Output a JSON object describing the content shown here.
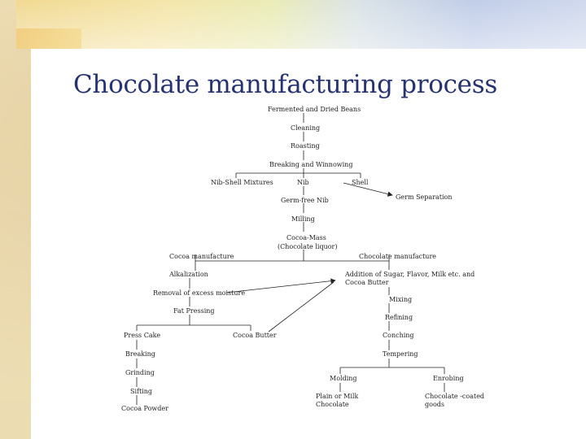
{
  "title": "Chocolate manufacturing process",
  "nodes": {
    "fermented": "Fermented and Dried Beans",
    "cleaning": "Cleaning",
    "roasting": "Roasting",
    "breaking_winnowing": "Breaking and Winnowing",
    "nib_shell_mixtures": "Nib-Shell Mixtures",
    "nib": "Nib",
    "shell": "Shell",
    "germ_separation": "Germ Separation",
    "germ_free_nib": "Germ-free Nib",
    "milling": "Milling",
    "cocoa_mass_line1": "Cocoa-Mass",
    "cocoa_mass_line2": "(Chocolate liquor)",
    "cocoa_manufacture": "Cocoa manufacture",
    "chocolate_manufacture": "Chocolate manufacture",
    "alkalization": "Alkalization",
    "addition_line1": "Addition of Sugar, Flavor, Milk etc. and",
    "addition_line2": "Cocoa Butter",
    "removal_moisture": "Removal of excess moisture",
    "mixing": "Mixing",
    "fat_pressing": "Fat Pressing",
    "refining": "Refining",
    "press_cake": "Press Cake",
    "cocoa_butter": "Cocoa Butter",
    "conching": "Conching",
    "breaking": "Breaking",
    "tempering": "Tempering",
    "grinding": "Grinding",
    "molding": "Molding",
    "enrobing": "Enrobing",
    "sifting": "Sifting",
    "plain_milk_line1": "Plain or Milk",
    "plain_milk_line2": "Chocolate",
    "chocolate_coated_line1": "Chocolate -coated",
    "chocolate_coated_line2": "goods",
    "cocoa_powder": "Cocoa Powder"
  },
  "colors": {
    "title": "#27336e",
    "text": "#222222",
    "line": "#222222"
  }
}
